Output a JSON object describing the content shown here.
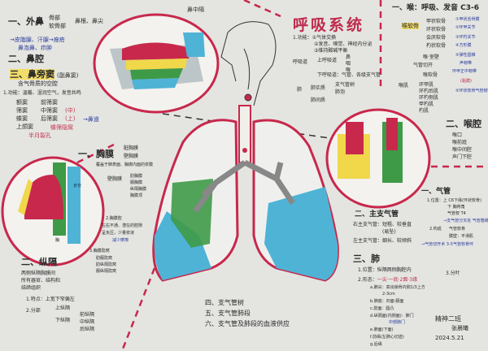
{
  "title": "呼吸系统",
  "nose": {
    "h1": "一、外鼻",
    "bone": "骨部",
    "cart": "软骨部",
    "root": "鼻根、鼻尖",
    "glands": "→皮脂腺、汗腺→痤疮",
    "boil": "鼻泡鼻、疖肿",
    "h2": "二、鼻腔",
    "h3": "三、鼻旁窦",
    "alias": "(副鼻窦)",
    "desc": "含气骨质的空腔",
    "func": "1.功能：温暖、湿润空气，发音共鸣",
    "s1": "额窦",
    "s2": "筛窦",
    "s3": "蝶窦",
    "s4": "上颌窦",
    "e1": "前筛窦",
    "e2": "中筛窦",
    "e3": "后筛窦",
    "mid": "(中)",
    "up": "(上)",
    "meatus": "→鼻道",
    "recess": "蝶筛隐窝",
    "hiatus": "半月裂孔",
    "caption": "鼻中隔"
  },
  "overview": {
    "func1": "1.功能：①气体交换",
    "func2": "②发音、嗅觉、神经内分泌",
    "func3": "③维持酸碱平衡",
    "airway": "呼吸道",
    "upper": "上呼吸道",
    "nose": "鼻",
    "pharynx": "咽",
    "larynx": "喉",
    "lower": "下呼吸道：气管、各级支气管",
    "lung": "肺",
    "parenchyma": "肺实质",
    "tree": "支气管树",
    "alveoli": "肺泡",
    "interstitium": "肺间质"
  },
  "larynx": {
    "h1": "一、喉：呼吸、发音 C3-6",
    "cart": "喉软骨",
    "c1": "甲状软骨",
    "c2": "环状软骨",
    "c3": "会厌软骨",
    "c4": "杓状软骨",
    "n1": "①甲状舌骨膜",
    "n2": "②环甲关节",
    "n3": "③环杓关节",
    "n4": "④方形膜",
    "n5": "⑤弹性圆锥",
    "n6": "声韧带",
    "n7": "环甲正中韧带",
    "n8": "(黏膜)",
    "n9": "⑤环状软骨气管韧带",
    "wall": "喉·室壁",
    "emerg": "气管切开",
    "emerg2": "喉软骨",
    "muscle": "喉肌",
    "m1": "环甲肌",
    "m2": "环杓后肌",
    "m3": "环杓侧肌",
    "m4": "甲杓肌",
    "m5": "杓肌",
    "h2": "二、喉腔",
    "k1": "喉口",
    "k2": "喉前庭",
    "k3": "喉中间腔",
    "k4": "声门下腔"
  },
  "trachea": {
    "h1": "一、气管",
    "pos": "1.位置：上 C6下缘(环状软骨)",
    "pos2": "下 胸骨角",
    "pos3": "气管杈 T4",
    "struct": "2.构成",
    "s1": "气管软骨",
    "s2": "膜壁：平滑肌",
    "note": "→支气管分叉处 气管隆嵴",
    "note2": "→气管切开术 3-5气管软骨环"
  },
  "bronchi": {
    "h": "二、主支气管",
    "left": "右主支气管：短粗、较垂直",
    "left2": "(易坠)",
    "right": "左主支气管：细长、较倾斜"
  },
  "lungs": {
    "h": "三、肺",
    "pos": "1.位置：纵隔两侧胸腔内",
    "shape": "2.形态：",
    "shape2": "一尖·一底·2面·3缘",
    "a": "a.肺尖：高出锁骨内侧1/3上方",
    "a2": "2-3cm",
    "b": "b.肺底：凹面·膈面",
    "c": "c.肋面：圆凸",
    "d": "d.纵隔面(内侧面)：肺门",
    "d2": "中部肺门",
    "e": "e.肺面(下面)",
    "f": "f.前缘(左肺心切迹)",
    "g": "g.后缘",
    "lobes": "3.分叶",
    "sign": "精神二班",
    "name": "张晨曦",
    "date": "2024.5.21"
  },
  "pleura": {
    "h1": "一、胸膜",
    "visc": "脏胸膜",
    "pari": "壁胸膜",
    "desc": "覆盖于肺表面、胸廓内面的浆膜",
    "pari2": "壁胸膜",
    "p1": "肋胸膜",
    "p2": "膈胸膜",
    "p3": "纵隔胸膜",
    "p4": "胸膜顶",
    "cav": "2.胸膜腔",
    "cav2": "左右不通、潜在的腔隙",
    "cav3": "呈负压，少量浆液",
    "cav4": "减少摩擦",
    "rec": "3.胸膜隐窝",
    "r1": "肋膈隐窝",
    "r2": "肋纵隔隐窝",
    "r3": "膈纵隔隐窝",
    "fig1": "食管",
    "fig2": "胸"
  },
  "mediastinum": {
    "h": "二、纵隔",
    "desc": "两侧纵隔胸膜间",
    "desc2": "所有器官、结构和",
    "desc3": "结缔组织",
    "feat": "1.特点：上宽下窄偏左",
    "div": "2.分部",
    "sup": "上纵隔",
    "inf": "下纵隔",
    "ant": "前纵隔",
    "mid": "中纵隔",
    "post": "后纵隔"
  },
  "bottom": {
    "l4": "四、支气管树",
    "l5": "五、支气管肺段",
    "l6": "六、支气管及肺段的血液供应"
  },
  "colors": {
    "red": "#c8284c",
    "blue": "#4fb3d6",
    "green": "#3e9a47",
    "yellow": "#f0d84a",
    "bg": "#e4e5e1"
  }
}
